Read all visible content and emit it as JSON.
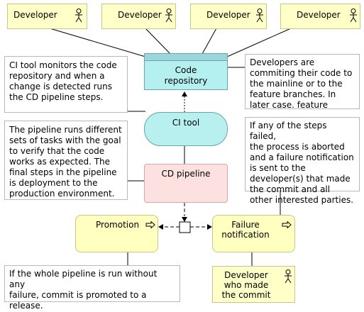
{
  "actors": {
    "dev1": "Developer",
    "dev2": "Developer",
    "dev3": "Developer",
    "dev4": "Developer",
    "committer_line1": "Developer",
    "committer_line2": "who made",
    "committer_line3": "the commit"
  },
  "nodes": {
    "repo_line1": "Code",
    "repo_line2": "repository",
    "ci_tool": "CI tool",
    "cd_pipeline": "CD pipeline",
    "promotion": "Promotion",
    "failure_line1": "Failure",
    "failure_line2": "notification"
  },
  "notes": {
    "ci_tool_note": [
      "CI tool monitors the code",
      "repository and when a",
      "change is detected runs",
      "the CD pipeline steps."
    ],
    "developers_note": [
      "Developers are",
      "commiting their code to",
      "the mainline or to the",
      "feature branches. In",
      "later case. feature"
    ],
    "pipeline_note": [
      "The pipeline runs different",
      "sets of tasks with the goal",
      "to verify that the code",
      "works as expected. The",
      "final steps in the pipeline",
      "is deployment to the",
      "production environment."
    ],
    "failure_note": [
      "If any of the steps failed,",
      "the process is aborted",
      "and a failure notification",
      "is sent to the",
      "developer(s) that made",
      "the commit and all",
      "other interested parties."
    ],
    "promotion_note": [
      "If the whole pipeline is run without any",
      "failure, commit is promoted to a",
      "release."
    ]
  },
  "colors": {
    "actor_fill": "#ffffc8",
    "repo_fill": "#b4f0f0",
    "pipeline_fill": "#fde0e0",
    "process_fill": "#ffffc0"
  }
}
